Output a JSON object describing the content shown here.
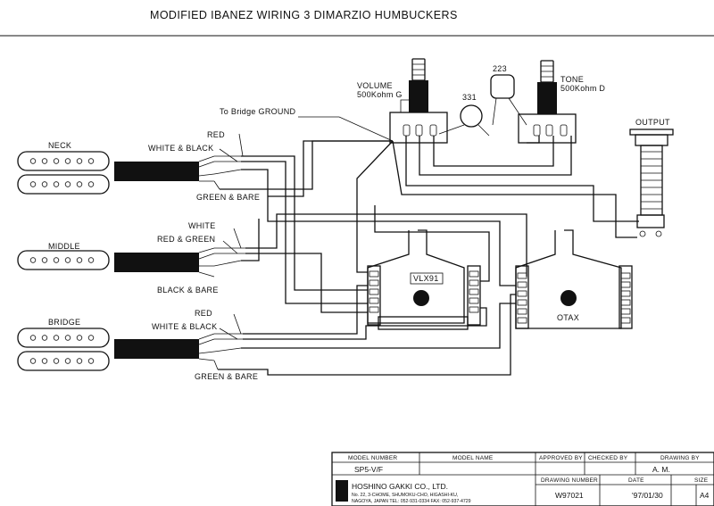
{
  "title": "MODIFIED IBANEZ WIRING 3 DIMARZIO HUMBUCKERS",
  "components": {
    "volume_line1": "VOLUME",
    "volume_line2": "500Kohm G",
    "tone_line1": "TONE",
    "tone_line2": "500Kohm D",
    "cap1": "223",
    "cap2": "331",
    "output": "OUTPUT",
    "switch1": "VLX91",
    "switch2": "OTAX"
  },
  "pickups": {
    "neck": {
      "name": "NECK",
      "wires": [
        "RED",
        "WHITE & BLACK",
        "GREEN & BARE"
      ]
    },
    "middle": {
      "name": "MIDDLE",
      "wires": [
        "WHITE",
        "RED & GREEN",
        "BLACK & BARE"
      ]
    },
    "bridge": {
      "name": "BRIDGE",
      "wires": [
        "RED",
        "WHITE & BLACK",
        "GREEN & BARE"
      ]
    }
  },
  "ground_label": "To Bridge GROUND",
  "title_block": {
    "h_model_number": "MODEL NUMBER",
    "h_model_name": "MODEL NAME",
    "h_approved": "APPROVED BY",
    "h_checked": "CHECKED BY",
    "h_drawing": "DRAWING BY",
    "h_drawing_number": "DRAWING NUMBER",
    "h_date": "DATE",
    "h_size": "SIZE",
    "model_number": "SP5-V/F",
    "drawing_by": "A. M.",
    "drawing_number": "W97021",
    "date": "'97/01/30",
    "size": "A4",
    "company": "HOSHINO GAKKI CO., LTD.",
    "address1": "No. 22, 3-CHOME, SHUMOKU-CHO, HIGASHI-KU,",
    "address2": "NAGOYA, JAPAN    TEL: 052-931-0334  FAX: 052-937-4729"
  }
}
